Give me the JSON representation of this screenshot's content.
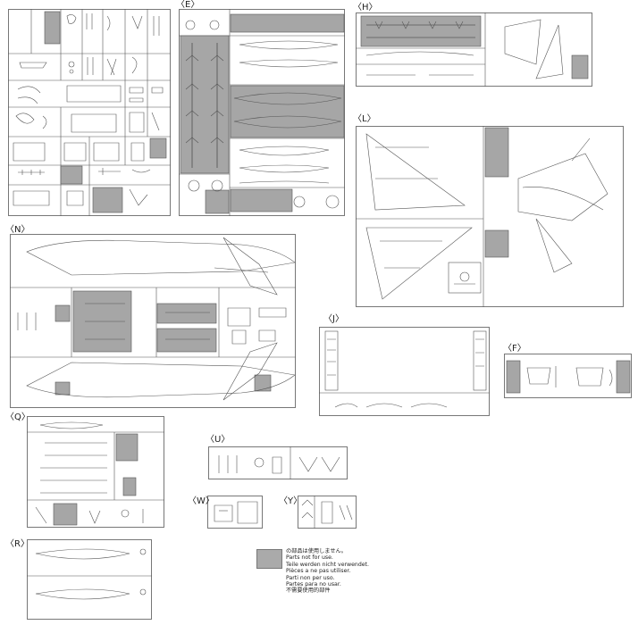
{
  "groups": {
    "E": "〈E〉",
    "H": "〈H〉",
    "L": "〈L〉",
    "N": "〈N〉",
    "J": "〈J〉",
    "F": "〈F〉",
    "Q": "〈Q〉",
    "U": "〈U〉",
    "W": "〈W〉",
    "Y": "〈Y〉",
    "R": "〈R〉"
  },
  "legend": {
    "lines": [
      "の部品は使用しません。",
      "Parts not for use.",
      "Teile werden nicht verwendet.",
      "Pièces a ne pas utiliser.",
      "Parti non per uso.",
      "Partes para no usar.",
      "不需要使用的部件"
    ]
  },
  "colors": {
    "unused_part": "#a6a6a6",
    "frame": "#777777"
  }
}
